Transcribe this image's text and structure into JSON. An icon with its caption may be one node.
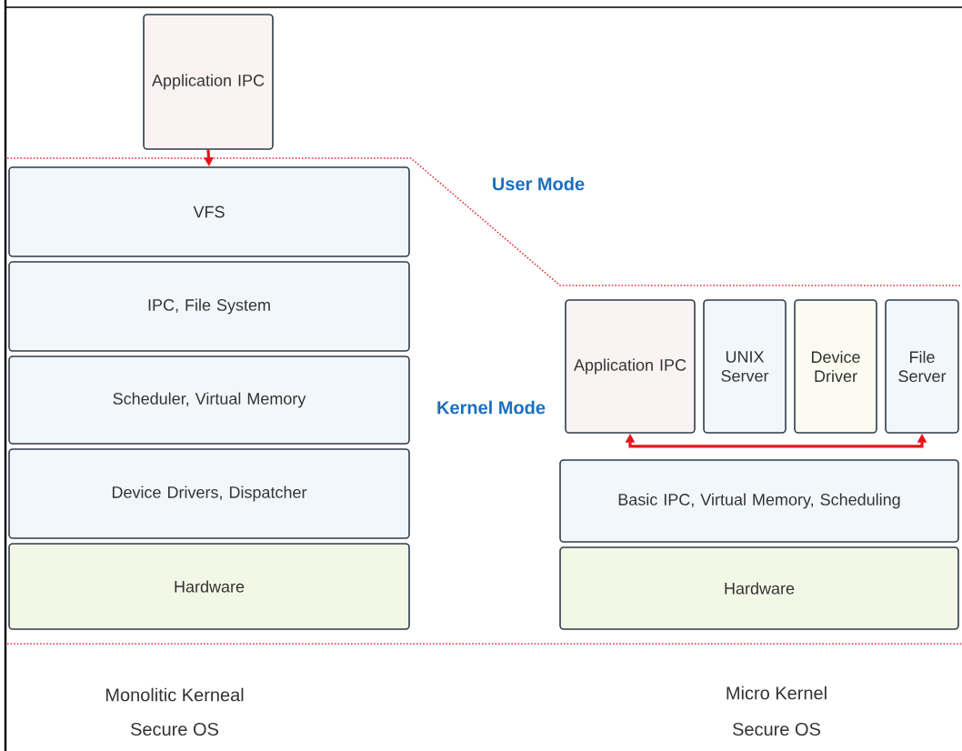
{
  "diagram": {
    "nodes": [
      {
        "text": [
          "Application IPC"
        ]
      },
      {
        "text": [
          "VFS"
        ]
      },
      {
        "text": [
          "IPC, File System"
        ]
      },
      {
        "text": [
          "Scheduler, Virtual Memory"
        ]
      },
      {
        "text": [
          "Device Drivers, Dispatcher"
        ]
      },
      {
        "text": [
          "Hardware"
        ]
      },
      {
        "text": [
          "Application IPC"
        ]
      },
      {
        "text": [
          "UNIX Server"
        ]
      },
      {
        "text": [
          "Device Driver"
        ]
      },
      {
        "text": [
          "File Server"
        ]
      },
      {
        "text": [
          "Basic IPC, Virtual Memory, Scheduling"
        ]
      },
      {
        "text": [
          "Hardware"
        ]
      }
    ],
    "edges": [
      {
        "from": 0,
        "to": 1,
        "arrow": "to"
      },
      {
        "from": 6,
        "to": 9,
        "arrow": "both"
      }
    ],
    "labels": [
      "User Mode",
      "Kernel Mode",
      "Monolitic Kerneal",
      "Secure OS",
      "Micro Kernel",
      "Secure OS"
    ]
  }
}
